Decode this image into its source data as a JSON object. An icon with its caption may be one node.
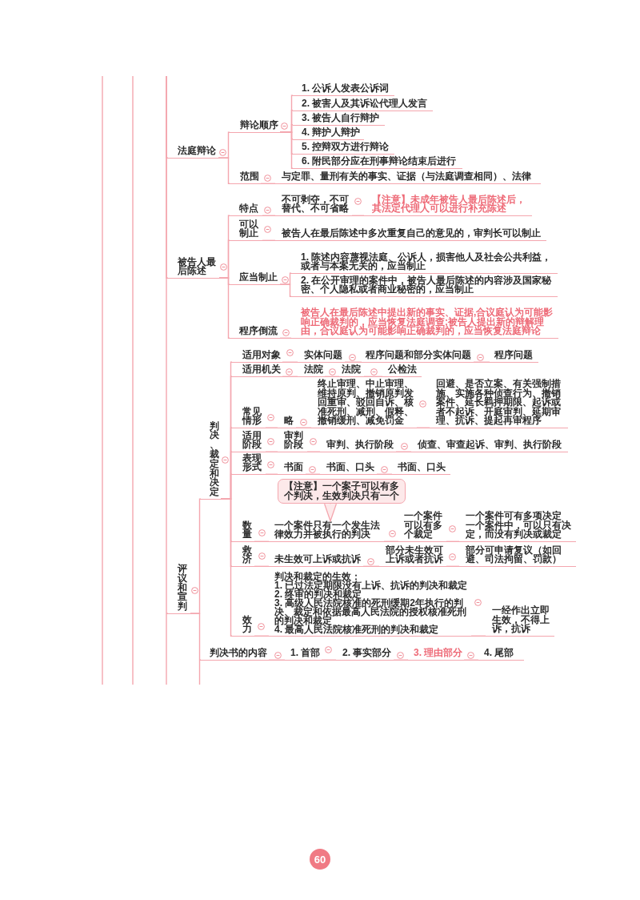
{
  "diagram": {
    "nodes": [
      {
        "text": [
          "法庭辩论"
        ]
      },
      {
        "text": [
          "辩论顺序"
        ]
      },
      {
        "text": [
          "1. 公诉人发表公诉词"
        ]
      },
      {
        "text": [
          "2. 被害人及其诉讼代理人发言"
        ]
      },
      {
        "text": [
          "3. 被告人自行辩护"
        ]
      },
      {
        "text": [
          "4. 辩护人辩护"
        ]
      },
      {
        "text": [
          "5. 控辩双方进行辩论"
        ]
      },
      {
        "text": [
          "6. 附民部分应在刑事辩论结束后进行"
        ]
      },
      {
        "text": [
          "范围"
        ]
      },
      {
        "text": [
          "与定罪、量刑有关的事实、证据（与法庭调查相同）、法律"
        ]
      },
      {
        "text": [
          "被告人最后陈述"
        ]
      },
      {
        "text": [
          "特点"
        ]
      },
      {
        "text": [
          "不可剥夺，不可替代、不可省略"
        ]
      },
      {
        "text": [
          "【注意】未成年被告人最后陈述后，其法定代理人可以进行补充陈述"
        ]
      },
      {
        "text": [
          "可以制止"
        ]
      },
      {
        "text": [
          "被告人在最后陈述中多次重复自己的意见的，审判长可以制止"
        ]
      },
      {
        "text": [
          "应当制止"
        ]
      },
      {
        "text": [
          "1. 陈述内容蔑视法庭、公诉人，损害他人及社会公共利益，或者与本案无关的，应当制止"
        ]
      },
      {
        "text": [
          "2. 在公开审理的案件中，被告人最后陈述的内容涉及国家秘密、个人隐私或者商业秘密的，应当制止"
        ]
      },
      {
        "text": [
          "程序倒流"
        ]
      },
      {
        "text": [
          "被告人在最后陈述中提出新的事实、证据,合议庭认为可能影响正确裁判的，应当恢复法庭调查;被告人提出新的辩解理由，合议庭认为可能影响正确裁判的，应当恢复法庭辩论"
        ]
      },
      {
        "text": [
          "评议和宣判"
        ]
      },
      {
        "text": [
          "判决、裁定和决定"
        ]
      },
      {
        "text": [
          "适用对象"
        ]
      },
      {
        "text": [
          "实体问题"
        ]
      },
      {
        "text": [
          "程序问题和部分实体问题"
        ]
      },
      {
        "text": [
          "程序问题"
        ]
      },
      {
        "text": [
          "适用机关"
        ]
      },
      {
        "text": [
          "法院"
        ]
      },
      {
        "text": [
          "法院"
        ]
      },
      {
        "text": [
          "公检法"
        ]
      },
      {
        "text": [
          "常见情形"
        ]
      },
      {
        "text": [
          "略"
        ]
      },
      {
        "text": [
          "终止审理、中止审理、维持原判、撤销原判发回重审、驳回自诉、核准死刑、减刑、假释、撤销缓刑、减免罚金"
        ]
      },
      {
        "text": [
          "回避、是否立案、有关强制措施、实施各种侦查行为、撤销案件、延长羁押期限、起诉或者不起诉、开庭审判、延期审理、抗诉、提起再审程序"
        ]
      },
      {
        "text": [
          "适用阶段"
        ]
      },
      {
        "text": [
          "审判阶段"
        ]
      },
      {
        "text": [
          "审判、执行阶段"
        ]
      },
      {
        "text": [
          "侦查、审查起诉、审判、执行阶段"
        ]
      },
      {
        "text": [
          "表现形式"
        ]
      },
      {
        "text": [
          "书面"
        ]
      },
      {
        "text": [
          "书面、口头"
        ]
      },
      {
        "text": [
          "书面、口头"
        ]
      },
      {
        "text": [
          "【注意】一个案子可以有多个判决，生效判决只有一个"
        ]
      },
      {
        "text": [
          "数量"
        ]
      },
      {
        "text": [
          "一个案件只有一个发生法律效力并被执行的判决"
        ]
      },
      {
        "text": [
          "一个案件可以有多个裁定"
        ]
      },
      {
        "text": [
          "一个案件可有多项决定",
          "一个案件中，可以只有决定，而没有判决或裁定"
        ]
      },
      {
        "text": [
          "救济"
        ]
      },
      {
        "text": [
          "未生效可上诉或抗诉"
        ]
      },
      {
        "text": [
          "部分未生效可上诉或者抗诉"
        ]
      },
      {
        "text": [
          "部分可申请复议（如回避、司法拘留、罚款）"
        ]
      },
      {
        "text": [
          "效力"
        ]
      },
      {
        "text": [
          "判决和裁定的生效：",
          "1. 已过法定期限没有上诉、抗诉的判决和裁定",
          "2. 终审的判决和裁定",
          "3. 高级人民法院核准的死刑缓期2年执行的判决、裁定和依据最高人民法院的授权核准死刑的判决和裁定",
          "4. 最高人民法院核准死刑的判决和裁定"
        ]
      },
      {
        "text": [
          "一经作出立即生效，不得上诉，抗诉"
        ]
      },
      {
        "text": [
          "判决书的内容"
        ]
      },
      {
        "text": [
          "1. 首部"
        ]
      },
      {
        "text": [
          "2. 事实部分"
        ]
      },
      {
        "text": [
          "3. 理由部分"
        ]
      },
      {
        "text": [
          "4. 尾部"
        ]
      },
      {
        "text": [
          "60"
        ]
      }
    ],
    "edges": [
      {
        "from": null,
        "to": 0,
        "arrow": "none"
      },
      {
        "from": null,
        "to": 10,
        "arrow": "none"
      },
      {
        "from": null,
        "to": 21,
        "arrow": "none"
      },
      {
        "from": 0,
        "to": 1,
        "arrow": "none"
      },
      {
        "from": 0,
        "to": 8,
        "arrow": "none"
      },
      {
        "from": 1,
        "to": 2,
        "arrow": "none"
      },
      {
        "from": 1,
        "to": 3,
        "arrow": "none"
      },
      {
        "from": 1,
        "to": 4,
        "arrow": "none"
      },
      {
        "from": 1,
        "to": 5,
        "arrow": "none"
      },
      {
        "from": 1,
        "to": 6,
        "arrow": "none"
      },
      {
        "from": 1,
        "to": 7,
        "arrow": "none"
      },
      {
        "from": 8,
        "to": 9,
        "arrow": "none"
      },
      {
        "from": 10,
        "to": 11,
        "arrow": "none"
      },
      {
        "from": 10,
        "to": 14,
        "arrow": "none"
      },
      {
        "from": 10,
        "to": 16,
        "arrow": "none"
      },
      {
        "from": 10,
        "to": 19,
        "arrow": "none"
      },
      {
        "from": 11,
        "to": 12,
        "arrow": "none"
      },
      {
        "from": 12,
        "to": 13,
        "arrow": "none"
      },
      {
        "from": 14,
        "to": 15,
        "arrow": "none"
      },
      {
        "from": 16,
        "to": 17,
        "arrow": "none"
      },
      {
        "from": 16,
        "to": 18,
        "arrow": "none"
      },
      {
        "from": 19,
        "to": 20,
        "arrow": "none"
      },
      {
        "from": 21,
        "to": 22,
        "arrow": "none"
      },
      {
        "from": 21,
        "to": 55,
        "arrow": "none"
      },
      {
        "from": 22,
        "to": 23,
        "arrow": "none"
      },
      {
        "from": 22,
        "to": 27,
        "arrow": "none"
      },
      {
        "from": 22,
        "to": 31,
        "arrow": "none"
      },
      {
        "from": 22,
        "to": 35,
        "arrow": "none"
      },
      {
        "from": 22,
        "to": 39,
        "arrow": "none"
      },
      {
        "from": 22,
        "to": 44,
        "arrow": "none"
      },
      {
        "from": 22,
        "to": 48,
        "arrow": "none"
      },
      {
        "from": 22,
        "to": 52,
        "arrow": "none"
      },
      {
        "from": 23,
        "to": 24,
        "arrow": "none"
      },
      {
        "from": 24,
        "to": 25,
        "arrow": "none"
      },
      {
        "from": 25,
        "to": 26,
        "arrow": "none"
      },
      {
        "from": 27,
        "to": 28,
        "arrow": "none"
      },
      {
        "from": 28,
        "to": 29,
        "arrow": "none"
      },
      {
        "from": 29,
        "to": 30,
        "arrow": "none"
      },
      {
        "from": 31,
        "to": 32,
        "arrow": "none"
      },
      {
        "from": 32,
        "to": 33,
        "arrow": "none"
      },
      {
        "from": 33,
        "to": 34,
        "arrow": "none"
      },
      {
        "from": 35,
        "to": 36,
        "arrow": "none"
      },
      {
        "from": 36,
        "to": 37,
        "arrow": "none"
      },
      {
        "from": 37,
        "to": 38,
        "arrow": "none"
      },
      {
        "from": 39,
        "to": 40,
        "arrow": "none"
      },
      {
        "from": 40,
        "to": 41,
        "arrow": "none"
      },
      {
        "from": 41,
        "to": 42,
        "arrow": "none"
      },
      {
        "from": 43,
        "to": 45,
        "arrow": "to"
      },
      {
        "from": 44,
        "to": 45,
        "arrow": "none"
      },
      {
        "from": 45,
        "to": 46,
        "arrow": "none"
      },
      {
        "from": 46,
        "to": 47,
        "arrow": "none"
      },
      {
        "from": 48,
        "to": 49,
        "arrow": "none"
      },
      {
        "from": 49,
        "to": 50,
        "arrow": "none"
      },
      {
        "from": 50,
        "to": 51,
        "arrow": "none"
      },
      {
        "from": 52,
        "to": 53,
        "arrow": "none"
      },
      {
        "from": 53,
        "to": 54,
        "arrow": "none"
      },
      {
        "from": 55,
        "to": 56,
        "arrow": "none"
      },
      {
        "from": 56,
        "to": 57,
        "arrow": "none"
      },
      {
        "from": 57,
        "to": 58,
        "arrow": "none"
      },
      {
        "from": 58,
        "to": 59,
        "arrow": "none"
      }
    ]
  }
}
